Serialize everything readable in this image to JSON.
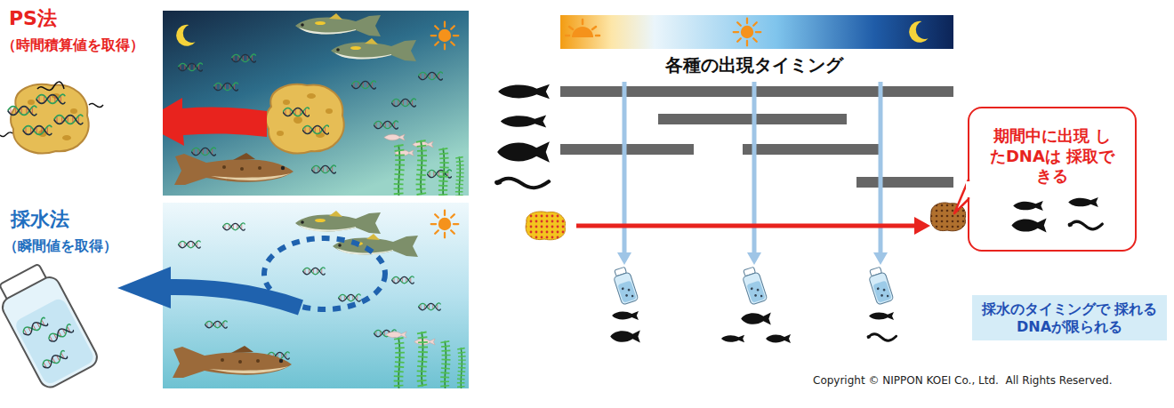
{
  "diagram": {
    "title": "各種の出現タイミング",
    "nodes": [
      {
        "text": [
          "期間中に出現 したDNAは 採取できる"
        ]
      },
      {
        "text": [
          "採水のタイミングで 採れるDNAが限られる"
        ]
      }
    ],
    "labels": [
      "PS法",
      "（時間積算値を取得）",
      "採水法",
      "（瞬間値を取得）",
      "Copyright © NIPPON KOEI Co., Ltd.  All Rights Reserved."
    ]
  }
}
